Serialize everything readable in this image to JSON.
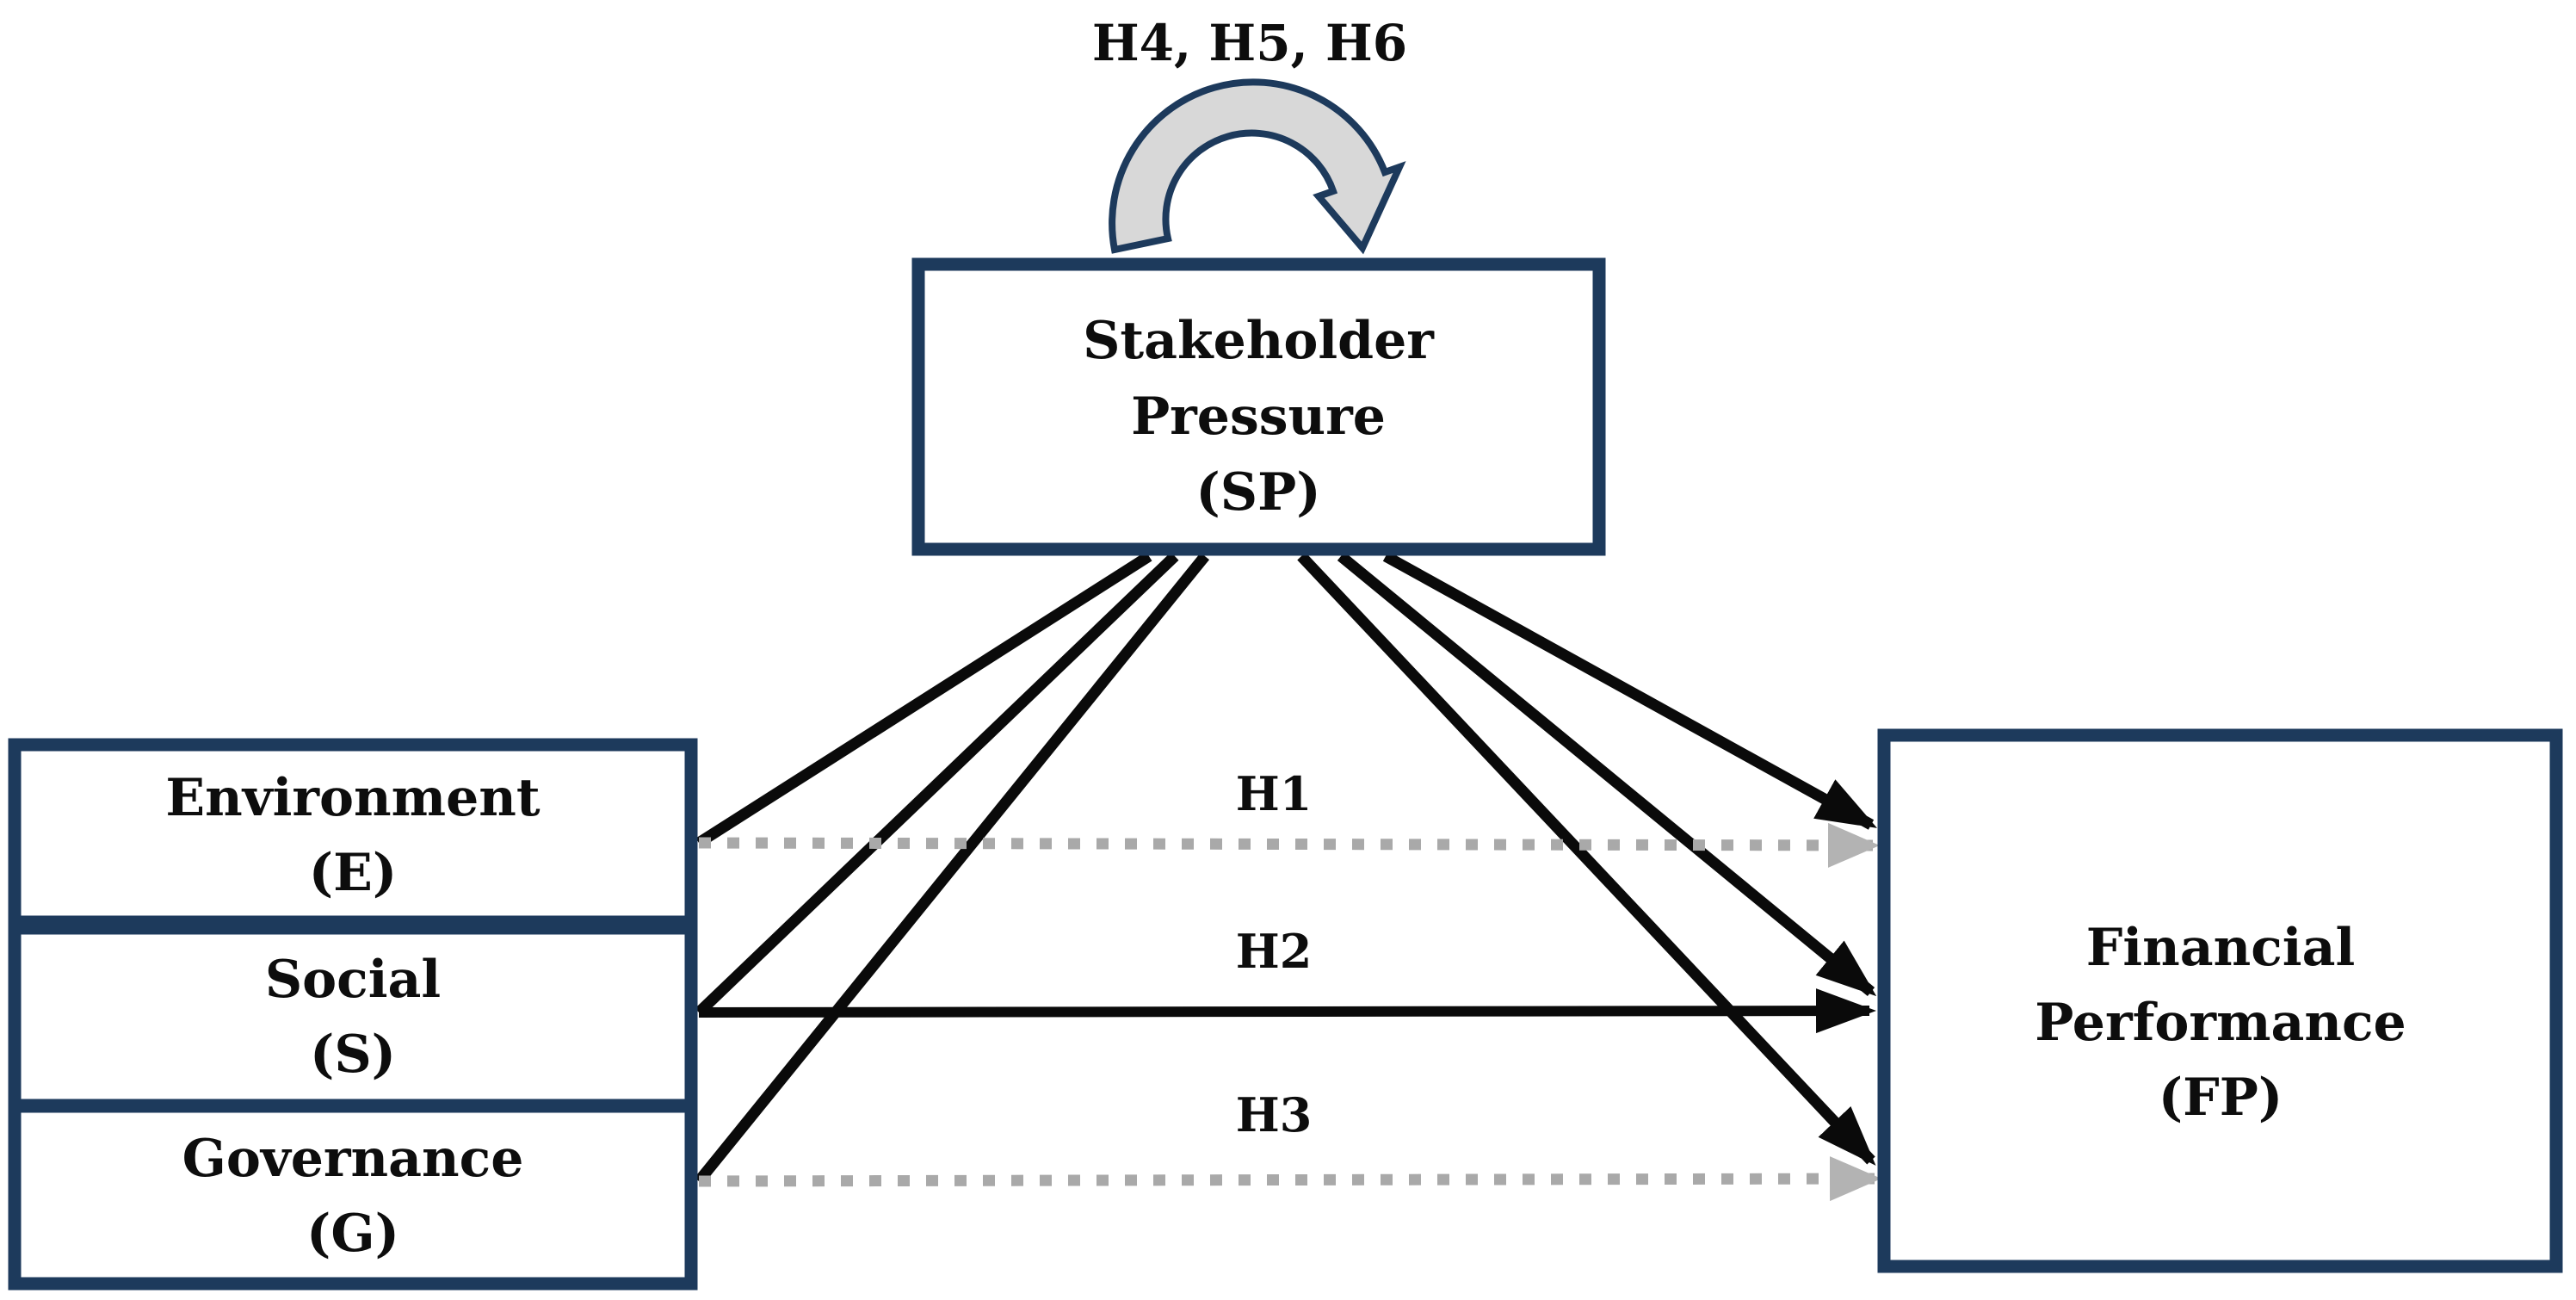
{
  "figure": {
    "moderation_label": "H4, H5, H6",
    "nodes": {
      "environment": {
        "name": "Environment",
        "abbr": "(E)"
      },
      "social": {
        "name": "Social",
        "abbr": "(S)"
      },
      "governance": {
        "name": "Governance",
        "abbr": "(G)"
      },
      "stakeholder_pressure": {
        "name_line1": "Stakeholder",
        "name_line2": "Pressure",
        "abbr": "(SP)"
      },
      "financial_performance": {
        "name_line1": "Financial",
        "name_line2": "Performance",
        "abbr": "(FP)"
      }
    },
    "hypotheses": {
      "h1": {
        "label": "H1",
        "from": "Environment (E)",
        "to": "Financial Performance (FP)",
        "line_style": "dotted"
      },
      "h2": {
        "label": "H2",
        "from": "Social (S)",
        "to": "Financial Performance (FP)",
        "line_style": "solid"
      },
      "h3": {
        "label": "H3",
        "from": "Governance (G)",
        "to": "Financial Performance (FP)",
        "line_style": "dotted"
      },
      "moderation": {
        "label": "H4, H5, H6",
        "node": "Stakeholder Pressure (SP)"
      }
    },
    "colors": {
      "box_border": "#1d3a5c",
      "box_fill": "#ffffff",
      "solid_line": "#0a0a0a",
      "dotted_line": "#a9a9a9",
      "dotted_arrowhead": "#b3b3b3",
      "curved_arrow_fill": "#d8d8d8",
      "text": "#0d0d0d",
      "background": "#ffffff"
    }
  }
}
